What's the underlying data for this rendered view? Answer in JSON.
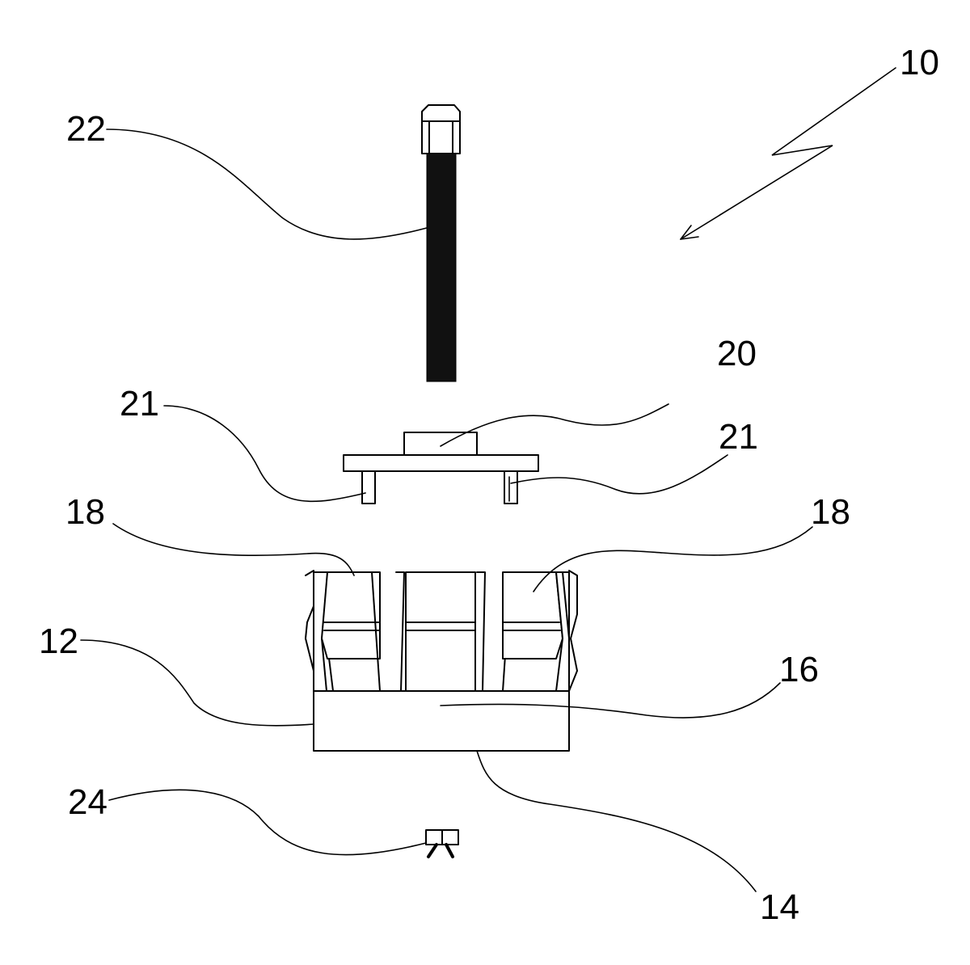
{
  "figure": {
    "colors": {
      "line": "#000000",
      "background": "#ffffff"
    },
    "labels": {
      "l10": "10",
      "l22": "22",
      "l20": "20",
      "l21_left": "21",
      "l21_right": "21",
      "l18_left": "18",
      "l18_right": "18",
      "l12": "12",
      "l16": "16",
      "l24": "24",
      "l14": "14"
    }
  }
}
